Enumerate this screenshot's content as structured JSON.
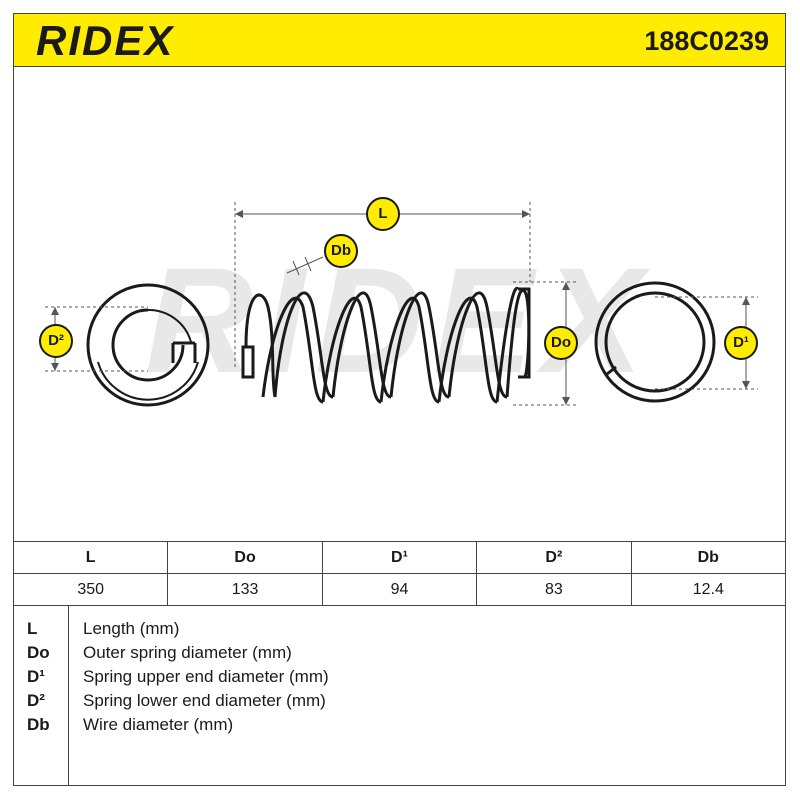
{
  "header": {
    "brand": "RIDEX",
    "part_number": "188C0239"
  },
  "diagram": {
    "watermark": "RIDEX",
    "labels": {
      "L": "L",
      "Db": "Db",
      "Do": "Do",
      "D1": "D¹",
      "D2": "D²"
    },
    "colors": {
      "accent": "#ffec00",
      "line": "#1a1a1a",
      "watermark": "#e6e6e6"
    }
  },
  "specs": {
    "headers": [
      "L",
      "Do",
      "D¹",
      "D²",
      "Db"
    ],
    "values": [
      "350",
      "133",
      "94",
      "83",
      "12.4"
    ]
  },
  "legend": [
    {
      "key": "L",
      "desc": "Length (mm)"
    },
    {
      "key": "Do",
      "desc": "Outer spring diameter (mm)"
    },
    {
      "key": "D¹",
      "desc": "Spring upper end diameter (mm)"
    },
    {
      "key": "D²",
      "desc": "Spring lower end diameter (mm)"
    },
    {
      "key": "Db",
      "desc": "Wire diameter (mm)"
    }
  ]
}
